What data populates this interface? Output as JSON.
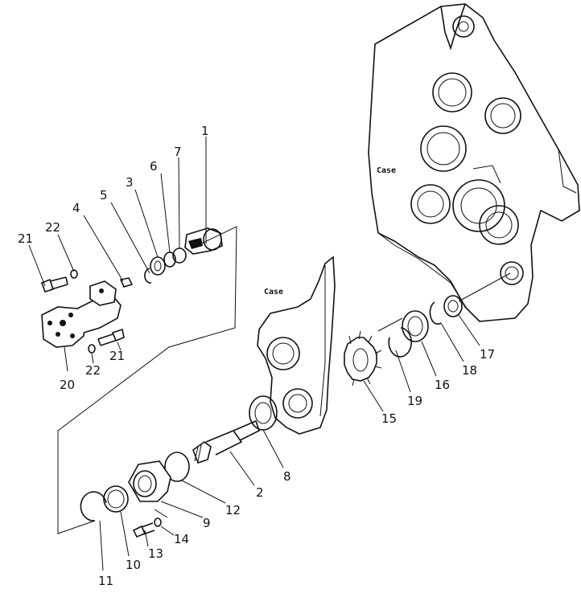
{
  "labels": {
    "case_upper": "Case",
    "case_lower": "Case"
  },
  "callouts": [
    {
      "id": "n1",
      "text": "1"
    },
    {
      "id": "n2",
      "text": "2"
    },
    {
      "id": "n3",
      "text": "3"
    },
    {
      "id": "n4",
      "text": "4"
    },
    {
      "id": "n5",
      "text": "5"
    },
    {
      "id": "n6",
      "text": "6"
    },
    {
      "id": "n7",
      "text": "7"
    },
    {
      "id": "n8",
      "text": "8"
    },
    {
      "id": "n9",
      "text": "9"
    },
    {
      "id": "n10",
      "text": "10"
    },
    {
      "id": "n11",
      "text": "11"
    },
    {
      "id": "n12",
      "text": "12"
    },
    {
      "id": "n13",
      "text": "13"
    },
    {
      "id": "n14",
      "text": "14"
    },
    {
      "id": "n15",
      "text": "15"
    },
    {
      "id": "n16",
      "text": "16"
    },
    {
      "id": "n17",
      "text": "17"
    },
    {
      "id": "n18",
      "text": "18"
    },
    {
      "id": "n19",
      "text": "19"
    },
    {
      "id": "n20",
      "text": "20"
    },
    {
      "id": "n21a",
      "text": "21"
    },
    {
      "id": "n21b",
      "text": "21"
    },
    {
      "id": "n22a",
      "text": "22"
    },
    {
      "id": "n22b",
      "text": "22"
    }
  ]
}
